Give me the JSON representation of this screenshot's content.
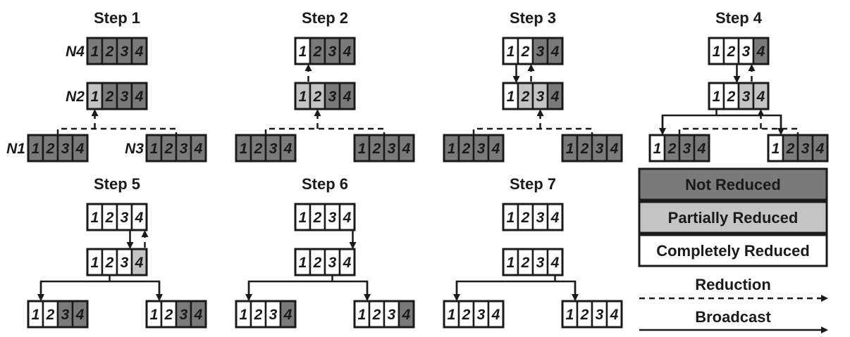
{
  "colors": {
    "not_reduced": "#7a7a7a",
    "partially_reduced": "#c4c4c4",
    "completely_reduced": "#ffffff",
    "ink": "#1a1a1a"
  },
  "node_labels": {
    "n1": "N1",
    "n2": "N2",
    "n3": "N3",
    "n4": "N4"
  },
  "block_labels": [
    "1",
    "2",
    "3",
    "4"
  ],
  "steps": [
    {
      "title": "Step 1",
      "nodes": {
        "n4": [
          "N",
          "N",
          "N",
          "N"
        ],
        "n2": [
          "P",
          "N",
          "N",
          "N"
        ],
        "n1": [
          "N",
          "N",
          "N",
          "N"
        ],
        "n3": [
          "N",
          "N",
          "N",
          "N"
        ]
      }
    },
    {
      "title": "Step 2",
      "nodes": {
        "n4": [
          "C",
          "N",
          "N",
          "N"
        ],
        "n2": [
          "P",
          "P",
          "N",
          "N"
        ],
        "n1": [
          "N",
          "N",
          "N",
          "N"
        ],
        "n3": [
          "N",
          "N",
          "N",
          "N"
        ]
      }
    },
    {
      "title": "Step 3",
      "nodes": {
        "n4": [
          "C",
          "C",
          "N",
          "N"
        ],
        "n2": [
          "C",
          "P",
          "P",
          "N"
        ],
        "n1": [
          "N",
          "N",
          "N",
          "N"
        ],
        "n3": [
          "N",
          "N",
          "N",
          "N"
        ]
      }
    },
    {
      "title": "Step 4",
      "nodes": {
        "n4": [
          "C",
          "C",
          "C",
          "N"
        ],
        "n2": [
          "C",
          "C",
          "P",
          "P"
        ],
        "n1": [
          "C",
          "N",
          "N",
          "N"
        ],
        "n3": [
          "C",
          "N",
          "N",
          "N"
        ]
      }
    },
    {
      "title": "Step 5",
      "nodes": {
        "n4": [
          "C",
          "C",
          "C",
          "C"
        ],
        "n2": [
          "C",
          "C",
          "C",
          "P"
        ],
        "n1": [
          "C",
          "C",
          "N",
          "N"
        ],
        "n3": [
          "C",
          "C",
          "N",
          "N"
        ]
      }
    },
    {
      "title": "Step 6",
      "nodes": {
        "n4": [
          "C",
          "C",
          "C",
          "C"
        ],
        "n2": [
          "C",
          "C",
          "C",
          "C"
        ],
        "n1": [
          "C",
          "C",
          "C",
          "N"
        ],
        "n3": [
          "C",
          "C",
          "C",
          "N"
        ]
      }
    },
    {
      "title": "Step 7",
      "nodes": {
        "n4": [
          "C",
          "C",
          "C",
          "C"
        ],
        "n2": [
          "C",
          "C",
          "C",
          "C"
        ],
        "n1": [
          "C",
          "C",
          "C",
          "C"
        ],
        "n3": [
          "C",
          "C",
          "C",
          "C"
        ]
      }
    }
  ],
  "legend": {
    "not_reduced": "Not Reduced",
    "partially_reduced": "Partially Reduced",
    "completely_reduced": "Completely Reduced",
    "reduction": "Reduction",
    "broadcast": "Broadcast"
  }
}
